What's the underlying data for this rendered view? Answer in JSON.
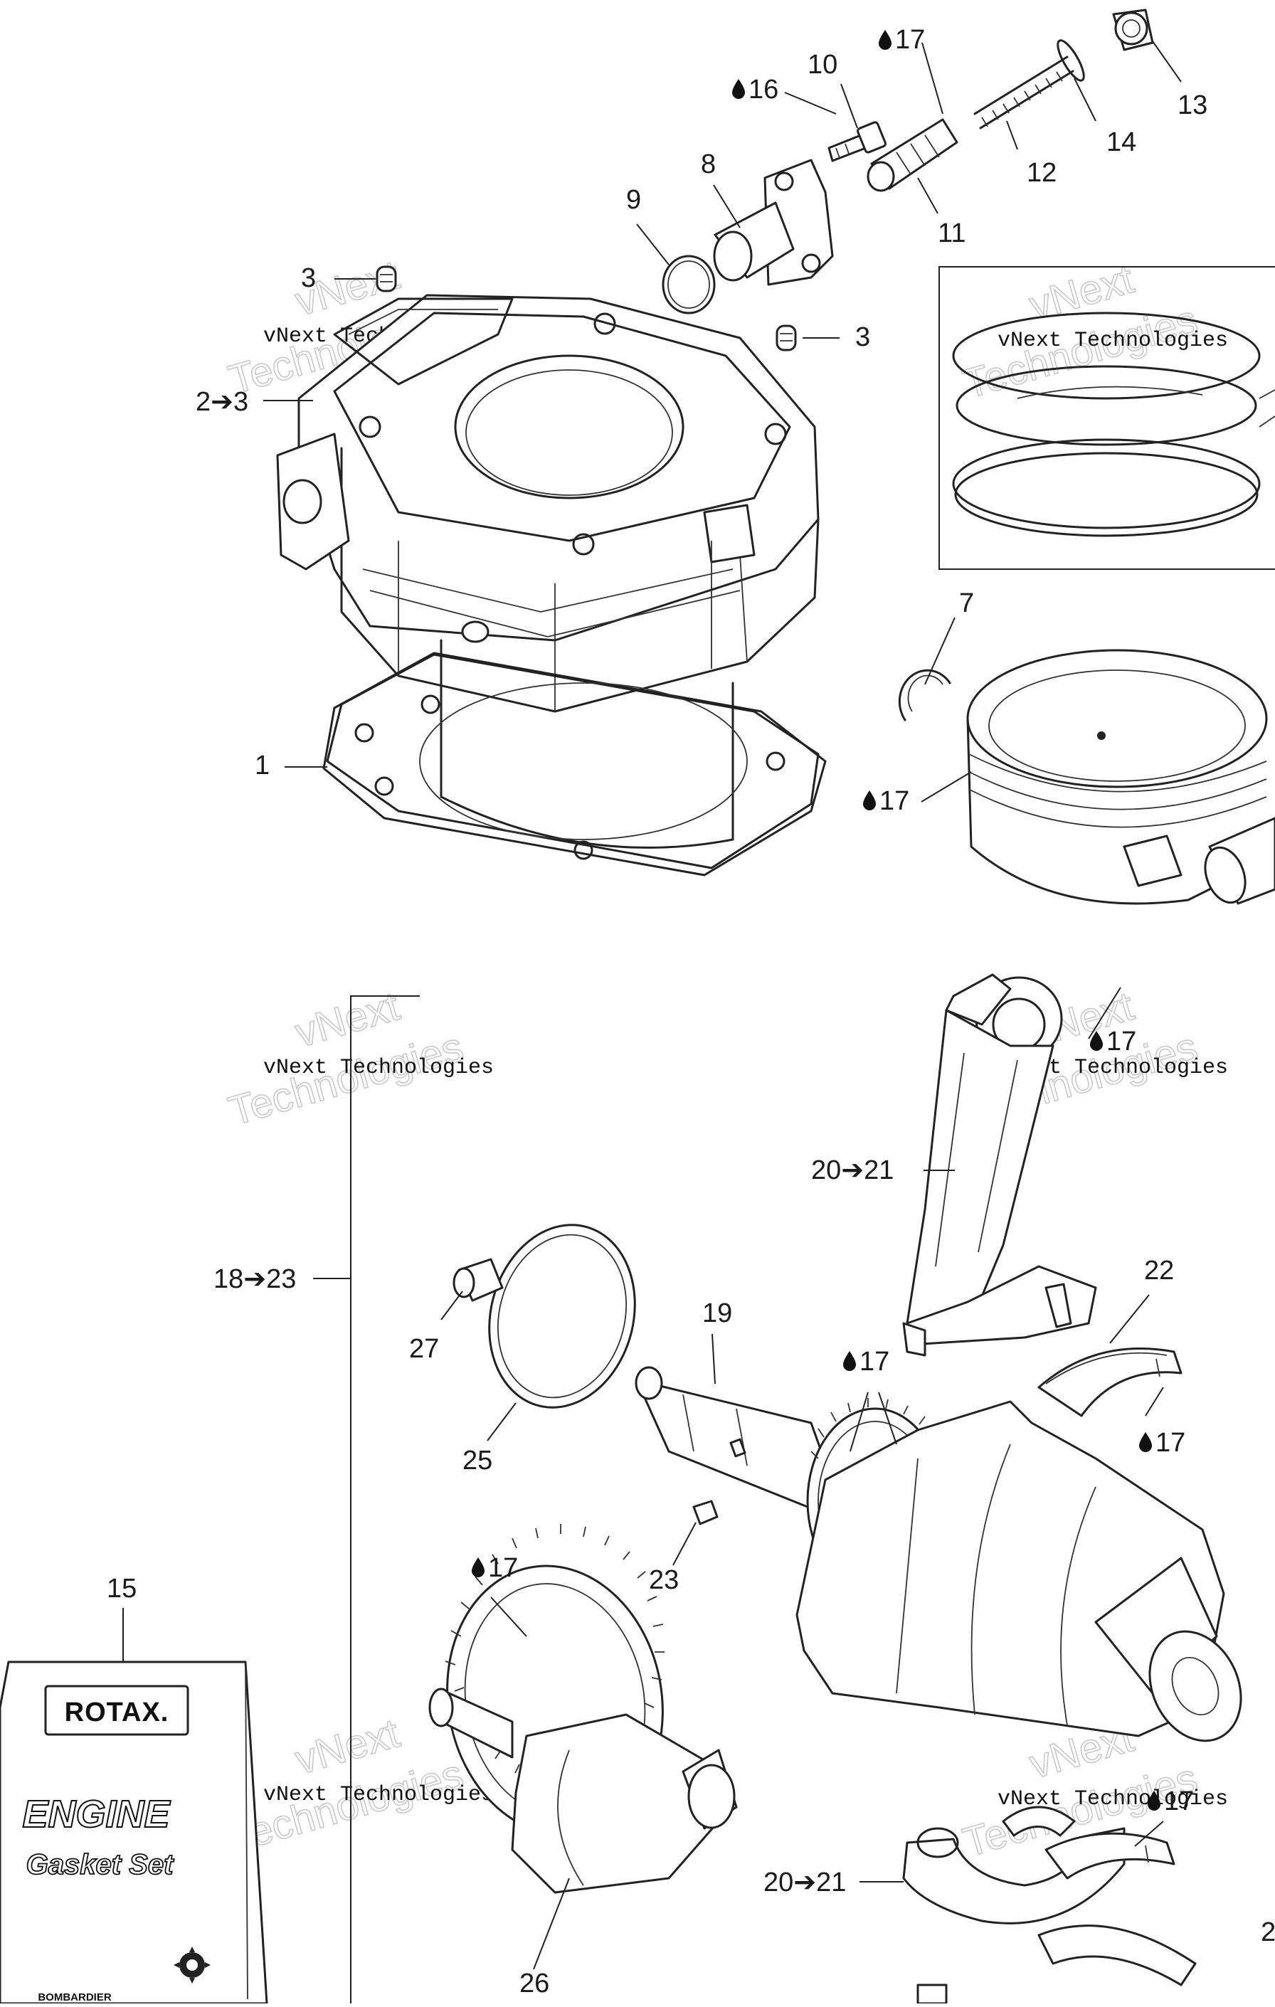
{
  "labels": {
    "l1": "1",
    "l2_3": "2➔3",
    "l3a": "3",
    "l3b": "3",
    "l7": "7",
    "l8": "8",
    "l9": "9",
    "l10": "10",
    "l11": "11",
    "l12": "12",
    "l13": "13",
    "l14": "14",
    "l15": "15",
    "l16": "16",
    "l17a": "17",
    "l17b": "17",
    "l17c": "17",
    "l17d": "17",
    "l17e": "17",
    "l17f": "17",
    "l17g": "17",
    "l18_23": "18➔23",
    "l19": "19",
    "l20_21a": "20➔21",
    "l20_21b": "20➔21",
    "l22": "22",
    "l23": "23",
    "l25": "25",
    "l26": "26",
    "l27": "27",
    "l2cut": "2"
  },
  "gasket_set": {
    "brand": "ROTAX.",
    "line1": "ENGINE",
    "line2": "Gasket Set",
    "maker": "BOMBARDIER"
  },
  "watermark": {
    "mono": "vNext Technologies",
    "large1": "vNext",
    "large2": "Technologies"
  },
  "icons": {
    "oil": "oil-drop-icon",
    "arrow": "arrow-right-icon"
  }
}
